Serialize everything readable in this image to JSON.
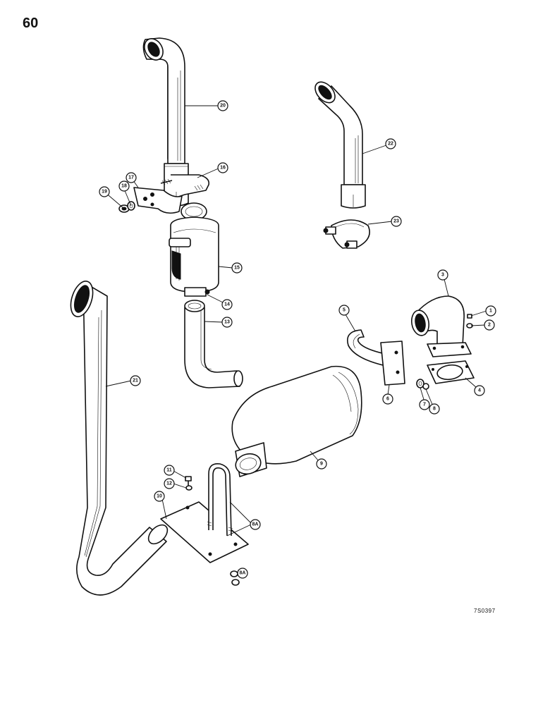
{
  "page_number": "60",
  "drawing_code": "7S0397",
  "callouts": {
    "c1": "1",
    "c2": "2",
    "c3": "3",
    "c4": "4",
    "c5": "5",
    "c6": "6",
    "c7": "7",
    "c8": "8",
    "c8a_upper": "8A",
    "c8a_lower": "8A",
    "c9": "9",
    "c10": "10",
    "c11": "11",
    "c12": "12",
    "c13": "13",
    "c14": "14",
    "c15": "15",
    "c16": "16",
    "c17": "17",
    "c18": "18",
    "c19": "19",
    "c20": "20",
    "c21": "21",
    "c22": "22",
    "c23": "23"
  }
}
